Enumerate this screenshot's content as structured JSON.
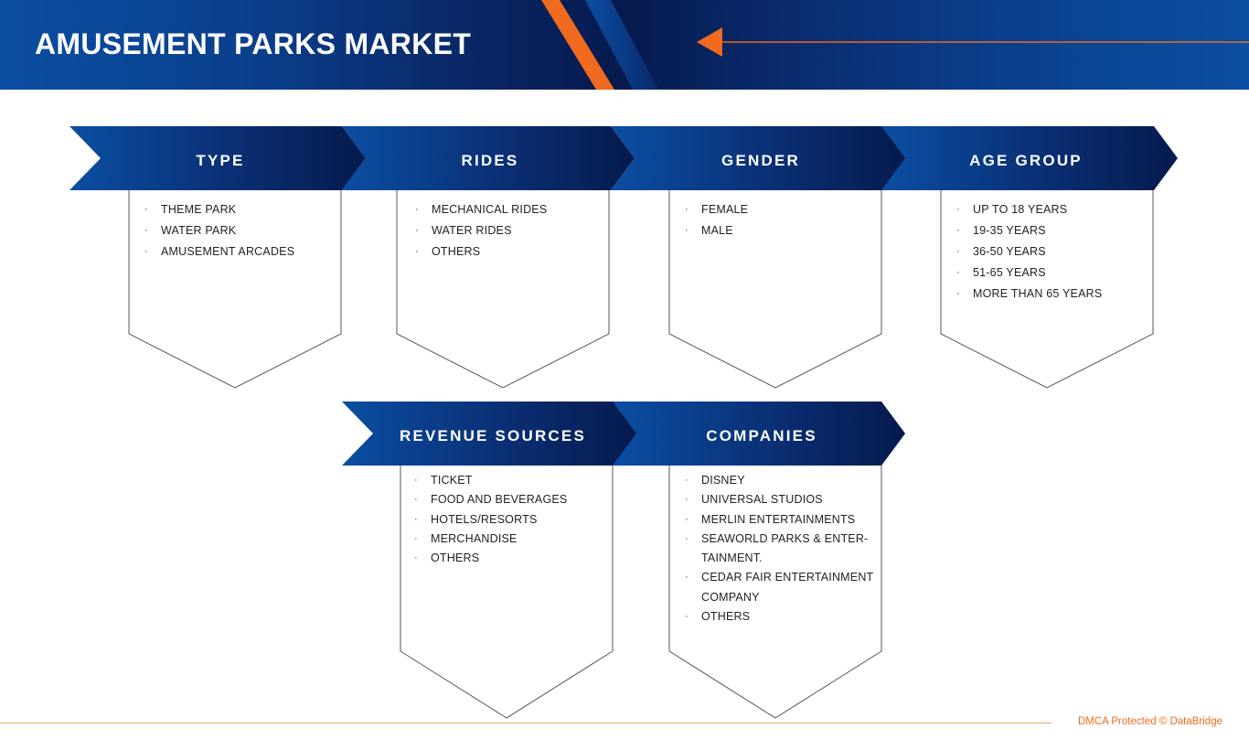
{
  "title": "AMUSEMENT PARKS MARKET",
  "colors": {
    "navy": "#061a4d",
    "blue": "#0b4ea2",
    "orange": "#f06a1f",
    "outline": "#555555"
  },
  "segments": [
    {
      "heading": "TYPE",
      "items": [
        "THEME PARK",
        "WATER PARK",
        "AMUSEMENT ARCADES"
      ]
    },
    {
      "heading": "RIDES",
      "items": [
        "MECHANICAL RIDES",
        "WATER RIDES",
        "OTHERS"
      ]
    },
    {
      "heading": "GENDER",
      "items": [
        "FEMALE",
        "MALE"
      ]
    },
    {
      "heading": "AGE GROUP",
      "items": [
        "UP TO 18 YEARS",
        "19-35 YEARS",
        "36-50 YEARS",
        "51-65 YEARS",
        "MORE THAN 65 YEARS"
      ]
    },
    {
      "heading": "REVENUE SOURCES",
      "items": [
        "TICKET",
        "FOOD AND BEVERAGES",
        "HOTELS/RESORTS",
        "MERCHANDISE",
        "OTHERS"
      ]
    },
    {
      "heading": "COMPANIES",
      "items": [
        "DISNEY",
        "UNIVERSAL STUDIOS",
        "MERLIN ENTERTAINMENTS",
        "SEAWORLD PARKS & ENTER-",
        "TAINMENT.",
        "CEDAR FAIR ENTERTAINMENT",
        "COMPANY",
        "OTHERS"
      ]
    }
  ],
  "bullet_glyph": "·",
  "footer": {
    "credit": "DMCA Protected © DataBridge"
  }
}
